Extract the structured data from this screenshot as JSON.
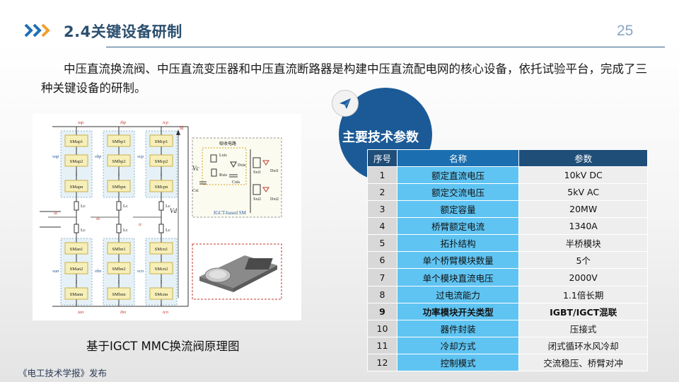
{
  "header": {
    "title": "2.4关键设备研制",
    "page_number": "25",
    "chevron_color": "#1f6fb5",
    "chevron_accent": "#f0a030"
  },
  "body": {
    "paragraph": "中压直流换流阀、中压直流变压器和中压直流断路器是构建中压直流配电网的核心设备，依托试验平台，完成了三种关键设备的研制。"
  },
  "diagram": {
    "caption": "基于IGCT MMC换流阀原理图",
    "phases": [
      {
        "upper": [
          "SMap1",
          "SMap2",
          "SMapn"
        ],
        "lower": [
          "SMan1",
          "SMan2",
          "SMann"
        ],
        "vu": "vap",
        "vl": "van",
        "iu": "iap",
        "il": "ian"
      },
      {
        "upper": [
          "SMbp1",
          "SMbp2",
          "SMbpn"
        ],
        "lower": [
          "SMbn1",
          "SMbn2",
          "SMbnn"
        ],
        "vu": "vbp",
        "vl": "vbn",
        "iu": "ibp",
        "il": "ibn"
      },
      {
        "upper": [
          "SMcp1",
          "SMcp2",
          "SMcpn"
        ],
        "lower": [
          "SMcn1",
          "SMcn2",
          "SMcnn"
        ],
        "vu": "vcp",
        "vl": "vcn",
        "iu": "icp",
        "il": "icn"
      }
    ],
    "labels": {
      "lc": "Lc",
      "ia": "ia",
      "ib": "ib",
      "ic": "ic",
      "vd": "Vd",
      "id": "id",
      "absorber": "吸收电路",
      "lxis": "Lxis",
      "rxis": "Rxis",
      "cxis": "Cxis",
      "cxi": "Cxi",
      "dxis": "Dxis",
      "sxi1": "Sxi1",
      "dxi1": "Dxi1",
      "sxi2": "Sxi2",
      "dxi2": "Dxi2",
      "vc": "Vc",
      "sm_label": "IGCT-based SM"
    }
  },
  "params": {
    "title": "主要技术参数",
    "headers": [
      "序号",
      "名称",
      "参数"
    ],
    "rows": [
      {
        "idx": "1",
        "name": "额定直流电压",
        "value": "10kV DC"
      },
      {
        "idx": "2",
        "name": "额定交流电压",
        "value": "5kV AC"
      },
      {
        "idx": "3",
        "name": "额定容量",
        "value": "20MW"
      },
      {
        "idx": "4",
        "name": "桥臂额定电流",
        "value": "1340A"
      },
      {
        "idx": "5",
        "name": "拓扑结构",
        "value": "半桥模块"
      },
      {
        "idx": "6",
        "name": "单个桥臂模块数量",
        "value": "5个"
      },
      {
        "idx": "7",
        "name": "单个模块直流电压",
        "value": "2000V"
      },
      {
        "idx": "8",
        "name": "过电流能力",
        "value": "1.1倍长期"
      },
      {
        "idx": "9",
        "name": "功率模块开关类型",
        "value": "IGBT/IGCT混联"
      },
      {
        "idx": "10",
        "name": "器件封装",
        "value": "压接式"
      },
      {
        "idx": "11",
        "name": "冷却方式",
        "value": "闭式循环水风冷却"
      },
      {
        "idx": "12",
        "name": "控制模式",
        "value": "交流稳压、桥臂对冲"
      }
    ],
    "bold_row": 9,
    "colors": {
      "header": "#1f4e79",
      "name_cell": "#5fc4f2",
      "idx_cell": "#d8d8d8",
      "value_cell": "#eeeeee",
      "circle": "#1b5a96"
    }
  },
  "footer": {
    "text": "《电工技术学报》发布"
  }
}
